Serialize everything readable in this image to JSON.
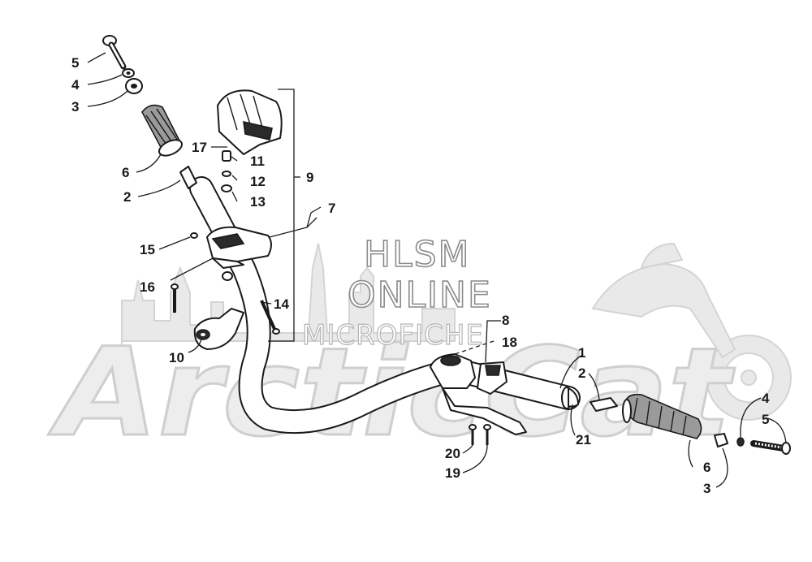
{
  "watermark": {
    "line1": "HLSM",
    "line2": "ONLINE",
    "line3": "MICROFICHE",
    "logo_text": "ArcticCat"
  },
  "callouts": {
    "c1": "1",
    "c2_left": "2",
    "c2_right": "2",
    "c3_left": "3",
    "c3_right": "3",
    "c4_left": "4",
    "c4_right": "4",
    "c5_left": "5",
    "c5_right": "5",
    "c6_left": "6",
    "c6_right": "6",
    "c7": "7",
    "c8": "8",
    "c9": "9",
    "c10": "10",
    "c11": "11",
    "c12": "12",
    "c13": "13",
    "c14": "14",
    "c15": "15",
    "c16": "16",
    "c17": "17",
    "c18": "18",
    "c19": "19",
    "c20": "20",
    "c21": "21"
  }
}
